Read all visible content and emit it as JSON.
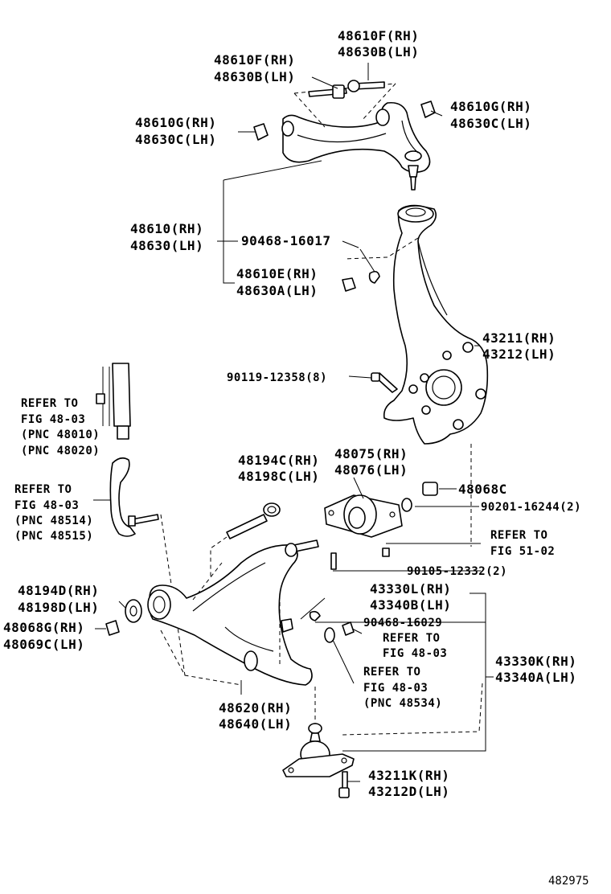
{
  "labels": {
    "upper_bolt_center": [
      "48610F(RH)",
      "48630B(LH)"
    ],
    "upper_bolt_left": [
      "48610F(RH)",
      "48630B(LH)"
    ],
    "upper_nut_right": [
      "48610G(RH)",
      "48630C(LH)"
    ],
    "upper_nut_left": [
      "48610G(RH)",
      "48630C(LH)"
    ],
    "upper_arm": [
      "48610(RH)",
      "48630(LH)"
    ],
    "upper_cotter_pin": "90468-16017",
    "upper_ball_nut": [
      "48610E(RH)",
      "48630A(LH)"
    ],
    "knuckle": [
      "43211(RH)",
      "43212(LH)"
    ],
    "knuckle_bolt": "90119-12358(8)",
    "refer_shock": [
      "REFER TO",
      "FIG 48-03",
      "(PNC 48010)",
      "(PNC 48020)"
    ],
    "refer_stabilizer_link": [
      "REFER TO",
      "FIG 48-03",
      "(PNC 48514)",
      "(PNC 48515)"
    ],
    "lower_front_bolt": [
      "48194C(RH)",
      "48198C(LH)"
    ],
    "lower_rear_bushing": [
      "48075(RH)",
      "48076(LH)"
    ],
    "lower_rear_nut": "48068C",
    "lower_rear_washer": "90201-16244(2)",
    "refer_brake": [
      "REFER TO",
      "FIG 51-02"
    ],
    "lower_bracket_bolt": "90105-12332(2)",
    "lower_front_cam": [
      "48194D(RH)",
      "48198D(LH)"
    ],
    "lower_front_nut": [
      "48068G(RH)",
      "48069C(LH)"
    ],
    "lower_ball_nut": [
      "43330L(RH)",
      "43340B(LH)"
    ],
    "lower_cotter_pin": "90468-16029",
    "refer_fig_a": [
      "REFER TO",
      "FIG 48-03"
    ],
    "refer_fig_b": [
      "REFER TO",
      "FIG 48-03",
      "(PNC 48534)"
    ],
    "lower_ball_joint": [
      "43330K(RH)",
      "43340A(LH)"
    ],
    "lower_arm": [
      "48620(RH)",
      "48640(LH)"
    ],
    "ball_joint_bolt": [
      "43211K(RH)",
      "43212D(LH)"
    ],
    "figure_number": "482975"
  }
}
